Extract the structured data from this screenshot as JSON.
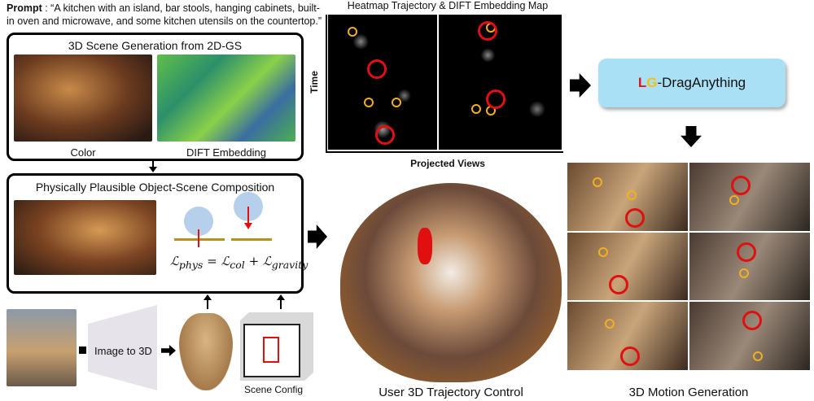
{
  "prompt": {
    "label": "Prompt",
    "text": " : “A kitchen with an island, bar stools, hanging cabinets, built-in oven and microwave, and some kitchen utensils on the countertop.”"
  },
  "scene_gen": {
    "title": "3D Scene Generation from 2D-GS",
    "color_label": "Color",
    "dift_label": "DIFT Embedding"
  },
  "composition": {
    "title": "Physically Plausible Object-Scene Composition",
    "formula": "ℒphys = ℒcol + ℒgravity",
    "formula_parts": {
      "l1": "ℒ",
      "s1": "phys",
      "eq": " = ",
      "l2": "ℒ",
      "s2": "col",
      "plus": " + ",
      "l3": "ℒ",
      "s3": "gravity"
    }
  },
  "bottom": {
    "image_to_3d": "Image to 3D",
    "scene_config": "Scene Config"
  },
  "heatmap": {
    "title": "Heatmap Trajectory & DIFT Embedding Map",
    "y_label": "Time",
    "x_label": "Projected Views"
  },
  "model": {
    "prefix_l": "L",
    "prefix_g": "G",
    "name": "-DragAnything",
    "colors": {
      "l": "#e3141a",
      "g": "#f3c019",
      "box": "#a9e0f5"
    }
  },
  "center": {
    "label": "User 3D Trajectory Control"
  },
  "motion": {
    "label": "3D Motion Generation"
  }
}
